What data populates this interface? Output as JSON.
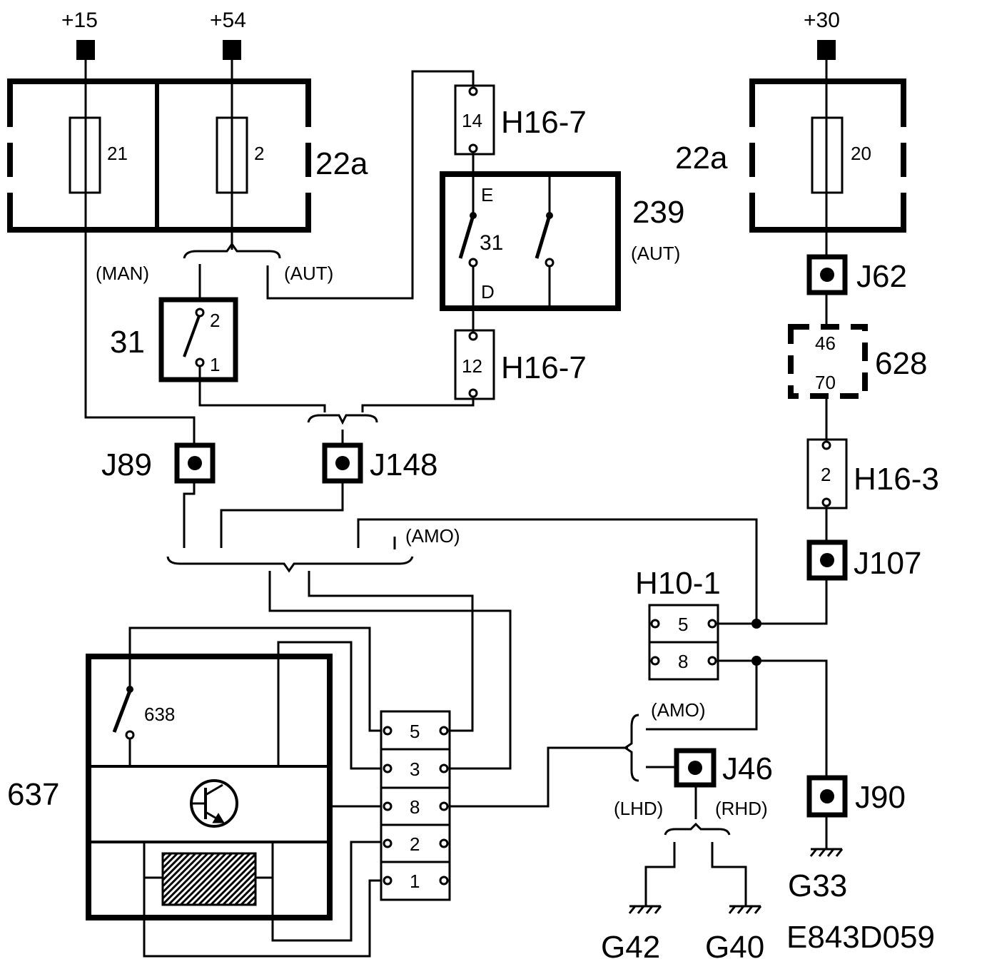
{
  "supplies": {
    "s15": "+15",
    "s54": "+54",
    "s30": "+30"
  },
  "fuse_box": {
    "left_label": "22a",
    "right_label": "22a",
    "fuse_21": "21",
    "fuse_2": "2",
    "fuse_20": "20"
  },
  "variants": {
    "man": "(MAN)",
    "aut": "(AUT)",
    "aut_239": "(AUT)",
    "amo_top": "(AMO)",
    "amo_mid": "(AMO)",
    "lhd": "(LHD)",
    "rhd": "(RHD)"
  },
  "components": {
    "switch_31": {
      "label": "31",
      "pin_2": "2",
      "pin_1": "1"
    },
    "unit_239": {
      "label": "239",
      "pin_e": "E",
      "pin_31": "31",
      "pin_d": "D"
    },
    "unit_628": {
      "label": "628",
      "pin_46": "46",
      "pin_70": "70"
    },
    "unit_637": {
      "label": "637",
      "switch_label": "638"
    }
  },
  "connectors": {
    "h16_7_top": {
      "label": "H16-7",
      "pin": "14"
    },
    "h16_7_bottom": {
      "label": "H16-7",
      "pin": "12"
    },
    "h16_3": {
      "label": "H16-3",
      "pin": "2"
    },
    "h10_1": {
      "label": "H10-1",
      "pin_a": "5",
      "pin_b": "8"
    },
    "module_pins": [
      "5",
      "3",
      "8",
      "2",
      "1"
    ]
  },
  "junctions": {
    "j62": "J62",
    "j89": "J89",
    "j148": "J148",
    "j107": "J107",
    "j46": "J46",
    "j90": "J90"
  },
  "grounds": {
    "g33": "G33",
    "g42": "G42",
    "g40": "G40"
  },
  "diagram_code": "E843D059"
}
